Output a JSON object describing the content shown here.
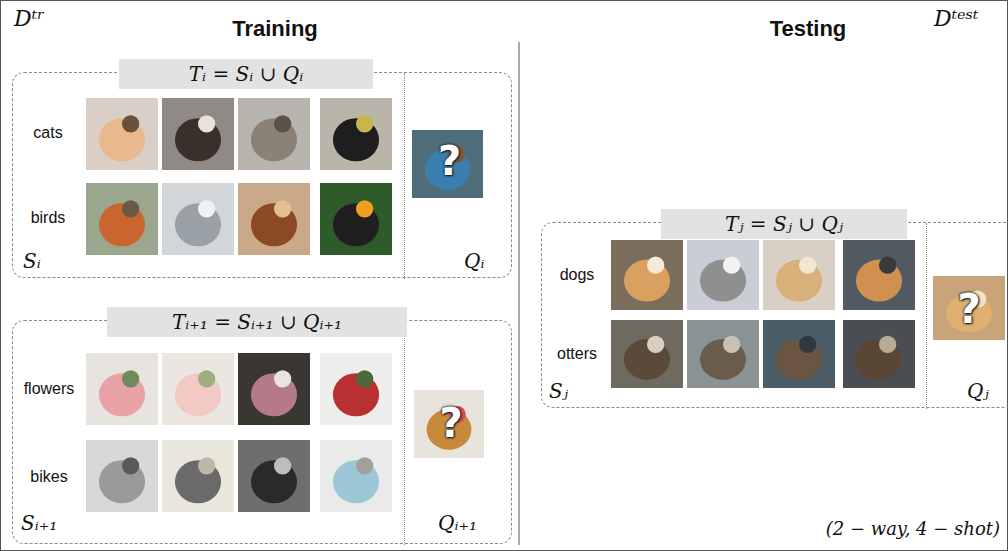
{
  "diagram": {
    "nodes": [
      {
        "text": [
          "Dᵗʳ",
          "Training"
        ]
      },
      {
        "text": [
          "Tᵢ = Sᵢ ∪ Qᵢ",
          "cats",
          "birds",
          "Sᵢ"
        ],
        "in": 0
      },
      {
        "text": [
          "?",
          "Qᵢ"
        ],
        "in": 1
      },
      {
        "text": [
          "Tᵢ₊₁ = Sᵢ₊₁ ∪ Qᵢ₊₁",
          "flowers",
          "bikes",
          "Sᵢ₊₁"
        ],
        "in": 0
      },
      {
        "text": [
          "?",
          "Qᵢ₊₁"
        ],
        "in": 3
      },
      {
        "text": [
          "Testing",
          "Dᵗᵉˢᵗ",
          "(2 − way, 4 − shot)"
        ]
      },
      {
        "text": [
          "Tⱼ = Sⱼ ∪ Qⱼ",
          "dogs",
          "otters",
          "Sⱼ"
        ],
        "in": 5
      },
      {
        "text": [
          "?",
          "Qⱼ"
        ],
        "in": 6
      }
    ]
  }
}
